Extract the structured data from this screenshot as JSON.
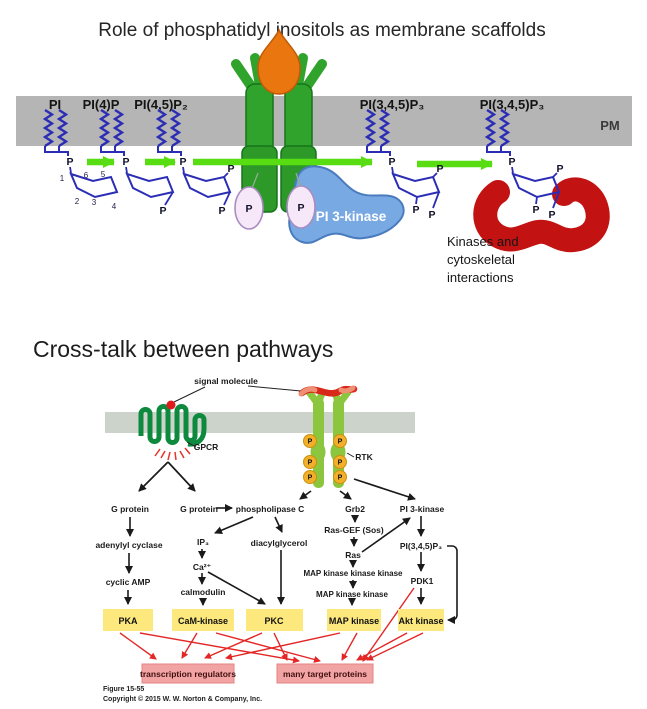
{
  "top_panel": {
    "title": "Role of phosphatidyl inositols as membrane scaffolds",
    "pm_label": "PM",
    "lipids": [
      "PI",
      "PI(4)P",
      "PI(4,5)P₂",
      "PI(3,4,5)P₃",
      "PI(3,4,5)P₃"
    ],
    "ring_numbers": [
      "1",
      "6",
      "5",
      "2",
      "3",
      "4"
    ],
    "p": "P",
    "pi3_kinase_label": "PI 3-kinase",
    "annotation_lines": [
      "Kinases and",
      "cytoskeletal",
      "interactions"
    ]
  },
  "bottom_panel": {
    "title": "Cross-talk between pathways",
    "signal_molecule": "signal molecule",
    "gpcr": "GPCR",
    "rtk": "RTK",
    "p": "P",
    "nodes": {
      "g_protein_left": "G protein",
      "g_protein_right": "G protein",
      "phospholipase_c": "phospholipase C",
      "grb2": "Grb2",
      "pi3_kinase": "PI 3-kinase",
      "adenylyl_cyclase": "adenylyl cyclase",
      "ip3": "IP₃",
      "diacylglycerol": "diacylglycerol",
      "ras_gef": "Ras-GEF (Sos)",
      "pip3": "PI(3,4,5)P₃",
      "ca": "Ca²⁺",
      "cyclic_amp": "cyclic AMP",
      "calmodulin": "calmodulin",
      "ras": "Ras",
      "map3k": "MAP kinase kinase kinase",
      "map2k": "MAP kinase kinase",
      "pdk1": "PDK1"
    },
    "kinases": [
      "PKA",
      "CaM-kinase",
      "PKC",
      "MAP kinase",
      "Akt kinase"
    ],
    "targets": [
      "transcription regulators",
      "many target proteins"
    ],
    "caption": {
      "figure": "Figure 15-55",
      "copyright": "Copyright © 2015 W. W. Norton & Company, Inc."
    }
  },
  "colors": {
    "membrane_top": "#b5b5b5",
    "membrane_bottom": "#cbd3ca",
    "lipid_blue": "#2b2db5",
    "arrow_green": "#57dd12",
    "receptor_green": "#2fa32b",
    "ligand_orange": "#ea7610",
    "pi3k_blob_blue": "#79a9e2",
    "kinase_blob_red": "#c21212",
    "gpcr_green": "#0d8a3e",
    "rtk_green": "#8cc63e",
    "phospho_yellow": "#f2b02a",
    "kinase_box_yellow": "#fce87d",
    "target_box_pink": "#f2a3a3",
    "arrow_red": "#e32726"
  }
}
